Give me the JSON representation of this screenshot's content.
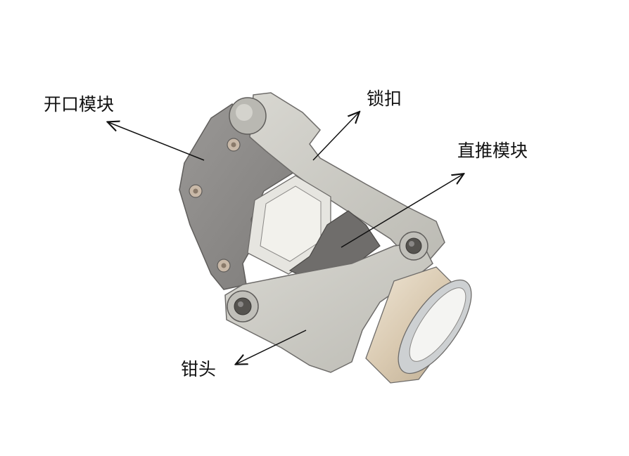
{
  "labels": {
    "open_module": "开口模块",
    "lock_buckle": "锁扣",
    "push_module": "直推模块",
    "jaw_head": "钳头"
  },
  "colors": {
    "background": "#ffffff",
    "plate_dark": "#8c8a88",
    "plate_light": "#c9c8c2",
    "plate_edge": "#6e6c6a",
    "sleeve": "#d8cbb6",
    "arrow": "#111111"
  }
}
